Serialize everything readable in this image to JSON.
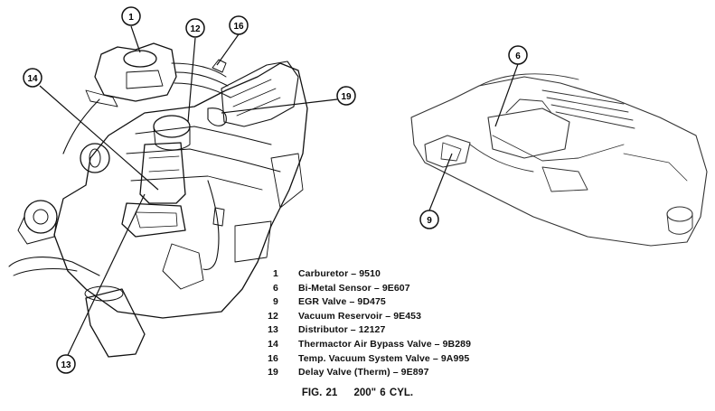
{
  "figure": {
    "label": "FIG. 21",
    "engine": "200\" 6 CYL."
  },
  "callouts": [
    "1",
    "12",
    "16",
    "14",
    "19",
    "6",
    "9",
    "13"
  ],
  "legend": [
    {
      "num": "1",
      "text": "Carburetor – 9510"
    },
    {
      "num": "6",
      "text": "Bi-Metal Sensor – 9E607"
    },
    {
      "num": "9",
      "text": "EGR Valve – 9D475"
    },
    {
      "num": "12",
      "text": "Vacuum Reservoir – 9E453"
    },
    {
      "num": "13",
      "text": "Distributor – 12127"
    },
    {
      "num": "14",
      "text": "Thermactor Air Bypass Valve – 9B289"
    },
    {
      "num": "16",
      "text": "Temp. Vacuum System Valve – 9A995"
    },
    {
      "num": "19",
      "text": "Delay Valve (Therm) – 9E897"
    }
  ]
}
